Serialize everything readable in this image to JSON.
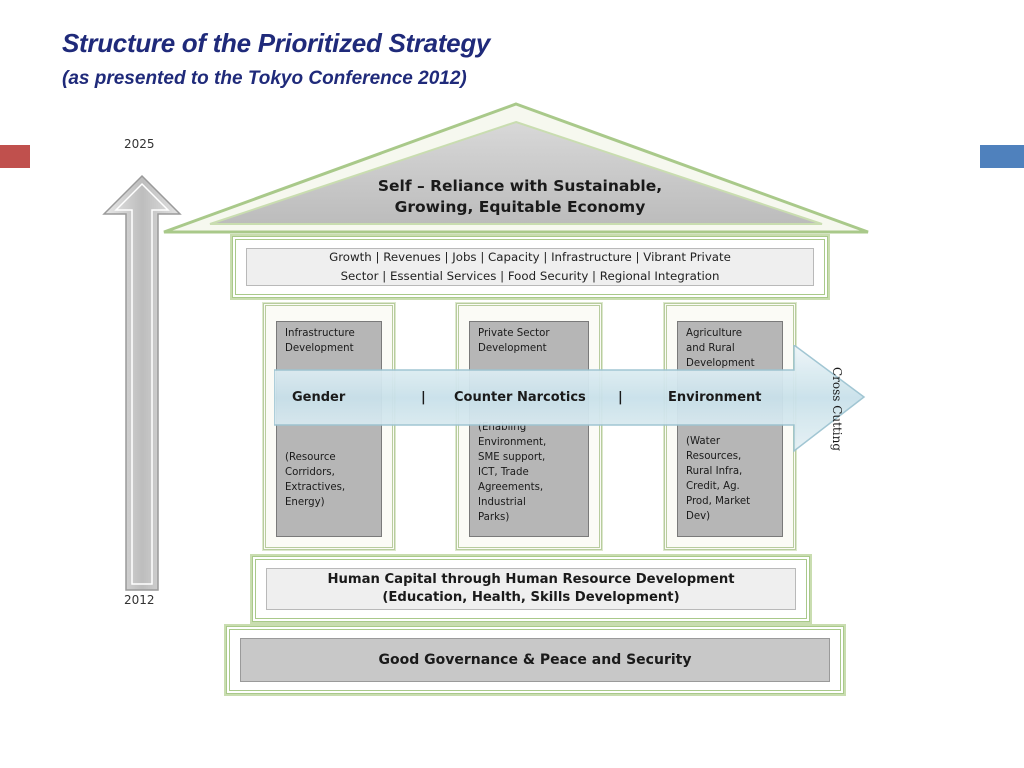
{
  "header": {
    "title": "Structure of the Prioritized Strategy",
    "subtitle": "(as presented to the Tokyo Conference 2012)"
  },
  "timeline": {
    "top_year": "2025",
    "bottom_year": "2012"
  },
  "roof": {
    "line1": "Self – Reliance with Sustainable,",
    "line2": "Growing, Equitable Economy"
  },
  "frieze": {
    "line1": "Growth | Revenues | Jobs | Capacity | Infrastructure | Vibrant Private",
    "line2": "Sector | Essential Services | Food Security | Regional Integration"
  },
  "pillars": [
    {
      "title_lines": [
        "Infrastructure",
        "Development"
      ],
      "detail_lines": [
        "(Resource",
        "Corridors,",
        "Extractives,",
        "Energy)"
      ]
    },
    {
      "title_lines": [
        "Private Sector",
        "Development"
      ],
      "detail_lines": [
        "(Enabling",
        "Environment,",
        "SME support,",
        "ICT, Trade",
        "Agreements,",
        "Industrial",
        "Parks)"
      ]
    },
    {
      "title_lines": [
        "Agriculture",
        "and Rural",
        "Development"
      ],
      "detail_lines": [
        "(Water",
        "Resources,",
        "Rural Infra,",
        "Credit, Ag.",
        "Prod, Market",
        "Dev)"
      ]
    }
  ],
  "cross_cutting": {
    "items": [
      "Gender",
      "Counter Narcotics",
      "Environment"
    ],
    "separator": "|",
    "label": "Cross Cutting"
  },
  "base": {
    "human_capital_line1": "Human Capital through Human Resource Development",
    "human_capital_line2": "(Education, Health, Skills Development)",
    "governance": "Good Governance & Peace and Security"
  },
  "colors": {
    "title": "#1f2a7a",
    "accent_left": "#c0504d",
    "accent_right": "#4f81bd",
    "frame_green": "#a9c98a",
    "pillar_fill": "#b6b6b6",
    "cross_band": "#cfe3ec"
  }
}
